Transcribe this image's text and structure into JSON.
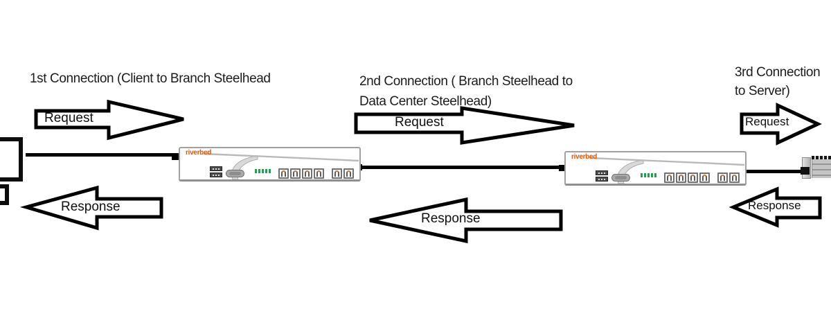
{
  "labels": {
    "first_connection": "1st Connection (Client to Branch Steelhead",
    "second_connection_line1": "2nd Connection ( Branch Steelhead to",
    "second_connection_line2": "Data Center Steelhead)",
    "third_connection_line1": "3rd Connection",
    "third_connection_line2": "to Server)"
  },
  "arrows": {
    "request": "Request",
    "response": "Response"
  },
  "devices": {
    "branch_steelhead": {
      "brand": "riverbed"
    },
    "datacenter_steelhead": {
      "brand": "riverbed"
    }
  },
  "icons": [
    "usb-port-icon",
    "vga-port-icon",
    "led-indicator-icon",
    "ethernet-port-icon"
  ],
  "colors": {
    "brand_orange": "#e0560a",
    "led_green": "#1ea24b",
    "arrow_black": "#000000",
    "device_border_gray": "#a0a0a0",
    "background": "#ffffff"
  }
}
